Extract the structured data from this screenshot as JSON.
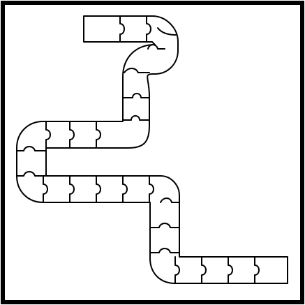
{
  "board": {
    "kind": "puzzle-piece path",
    "frame_color": "#000000",
    "background": "#ffffff",
    "line_color": "#000000",
    "piece_fill": "#ffffff",
    "segments": [
      {
        "name": "top-row",
        "piece_count": 3
      },
      {
        "name": "upper-turn",
        "piece_count": 2
      },
      {
        "name": "first-column-down",
        "piece_count": 3
      },
      {
        "name": "middle-row-left",
        "piece_count": 3
      },
      {
        "name": "left-turn",
        "piece_count": 2
      },
      {
        "name": "lower-row",
        "piece_count": 5
      },
      {
        "name": "lower-turn",
        "piece_count": 1
      },
      {
        "name": "second-column-down",
        "piece_count": 3
      },
      {
        "name": "bottom-turn",
        "piece_count": 1
      },
      {
        "name": "bottom-row",
        "piece_count": 4
      }
    ]
  }
}
